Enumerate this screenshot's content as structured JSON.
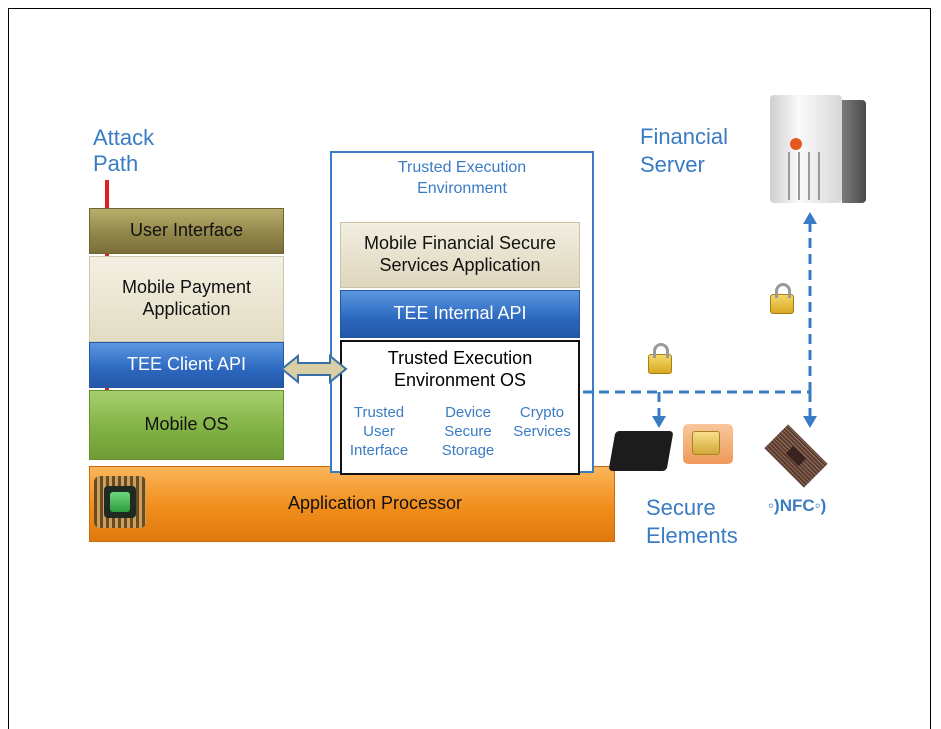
{
  "labels": {
    "attack_path": "Attack\nPath",
    "financial_server": "Financial\nServer",
    "secure_elements": "Secure\nElements",
    "nfc": "NFC"
  },
  "stack": {
    "user_interface": "User Interface",
    "mobile_payment_app": "Mobile Payment Application",
    "tee_client_api": "TEE Client API",
    "mobile_os": "Mobile OS",
    "application_processor": "Application Processor"
  },
  "tee": {
    "title": "Trusted Execution Environment",
    "mfs_app": "Mobile  Financial Secure Services Application",
    "internal_api": "TEE Internal  API",
    "os_title": "Trusted Execution Environment OS",
    "services": [
      {
        "label": "Trusted\nUser\nInterface"
      },
      {
        "label": "Device\nSecure\nStorage"
      },
      {
        "label": "Crypto\nServices"
      }
    ]
  },
  "colors": {
    "accent_blue": "#3a7cc4",
    "attack_red": "#e02020",
    "orange": "#f18d1b",
    "green": "#7fb043",
    "olive": "#8f8448"
  },
  "icons": [
    "server-icon",
    "lock-icon",
    "sim-card-icon",
    "chip-icon",
    "nfc-chip-icon",
    "processor-icon"
  ]
}
